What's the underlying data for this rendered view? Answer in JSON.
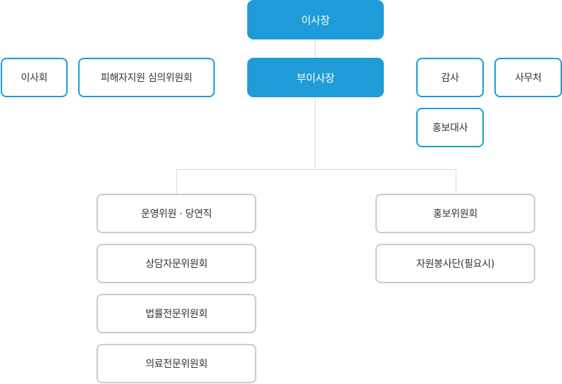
{
  "org_chart": {
    "chairman": "이사장",
    "vice_chairman": "부이사장",
    "left_side": [
      "이사회",
      "피해자지원 심의위원회"
    ],
    "right_side": [
      "감사",
      "사무처",
      "홍보대사"
    ],
    "left_branch": [
      "운영위원 · 당연직",
      "상담자문위원회",
      "법률전문위원회",
      "의료전문위원회"
    ],
    "right_branch": [
      "홍보위원회",
      "자원봉사단(필요시)"
    ]
  },
  "colors": {
    "primary": "#1f9bd7",
    "gray_border": "#c9cbcf",
    "connector": "#d9d9d9"
  }
}
